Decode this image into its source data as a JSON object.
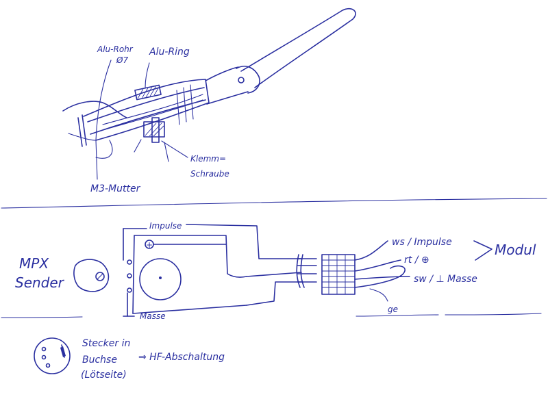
{
  "top_sketch": {
    "alu_rohr_line1": "Alu-Rohr",
    "alu_rohr_line2": "Ø7",
    "alu_ring": "Alu-Ring",
    "m3_mutter": "M3-Mutter",
    "klemm_line1": "Klemm=",
    "klemm_line2": "Schraube"
  },
  "wiring": {
    "mpx_line1": "MPX",
    "mpx_line2": "Sender",
    "impulse": "Impulse",
    "masse": "Masse",
    "plus_symbol": "+",
    "ws_impulse": "ws / Impulse",
    "rt_plus": "rt / ⊕",
    "sw_masse": "sw / ⊥ Masse",
    "ge": "ge",
    "modul": "Modul"
  },
  "legend": {
    "stecker_line1": "Stecker in",
    "stecker_line2": "Buchse",
    "stecker_line3": "(Lötseite)",
    "arrow_text": "⇒ HF-Abschaltung"
  }
}
